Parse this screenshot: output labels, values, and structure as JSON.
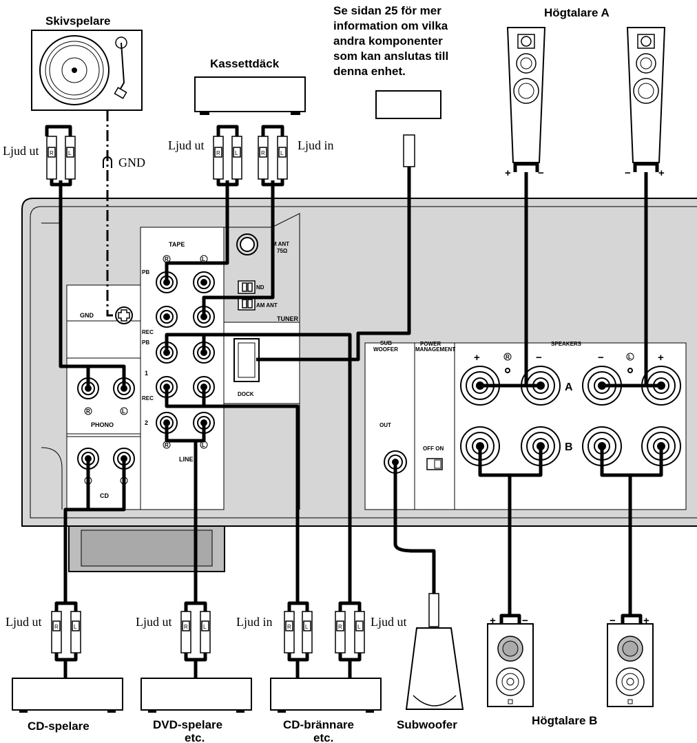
{
  "labels": {
    "turntable": "Skivspelare",
    "tape_deck": "Kassettdäck",
    "note_line1": "Se sidan 25 för mer",
    "note_line2": "information om vilka",
    "note_line3": "andra komponenter",
    "note_line4": "som kan anslutas till",
    "note_line5": "denna enhet.",
    "speakers_a": "Högtalare A",
    "speakers_b": "Högtalare B",
    "cd_player": "CD-spelare",
    "dvd_line1": "DVD-spelare",
    "dvd_line2": "etc.",
    "cdr_line1": "CD-brännare",
    "cdr_line2": "etc.",
    "subwoofer": "Subwoofer"
  },
  "cable_labels": {
    "audio_out": "Ljud ut",
    "audio_in": "Ljud in",
    "gnd": "GND",
    "plug_r": "R",
    "plug_l": "L"
  },
  "panel": {
    "tape": "TAPE",
    "pb": "PB",
    "rec": "REC",
    "gnd": "GND",
    "phono": "PHONO",
    "cd": "CD",
    "line": "LINE",
    "line_1": "1",
    "line_2": "2",
    "am_ant_75": "M ANT",
    "ohm": "75Ω",
    "gnd_ant": "ND",
    "am_ant": "AM ANT",
    "tuner": "TUNER",
    "dock": "DOCK",
    "sub_1": "SUB",
    "sub_2": "WOOFER",
    "power_1": "POWER",
    "power_2": "MANAGEMENT",
    "speakers": "SPEAKERS",
    "out": "OUT",
    "off_on": "OFF ON",
    "row_a": "A",
    "row_b": "B",
    "jack_r": "R",
    "jack_l": "L",
    "plus": "+",
    "minus": "−"
  }
}
